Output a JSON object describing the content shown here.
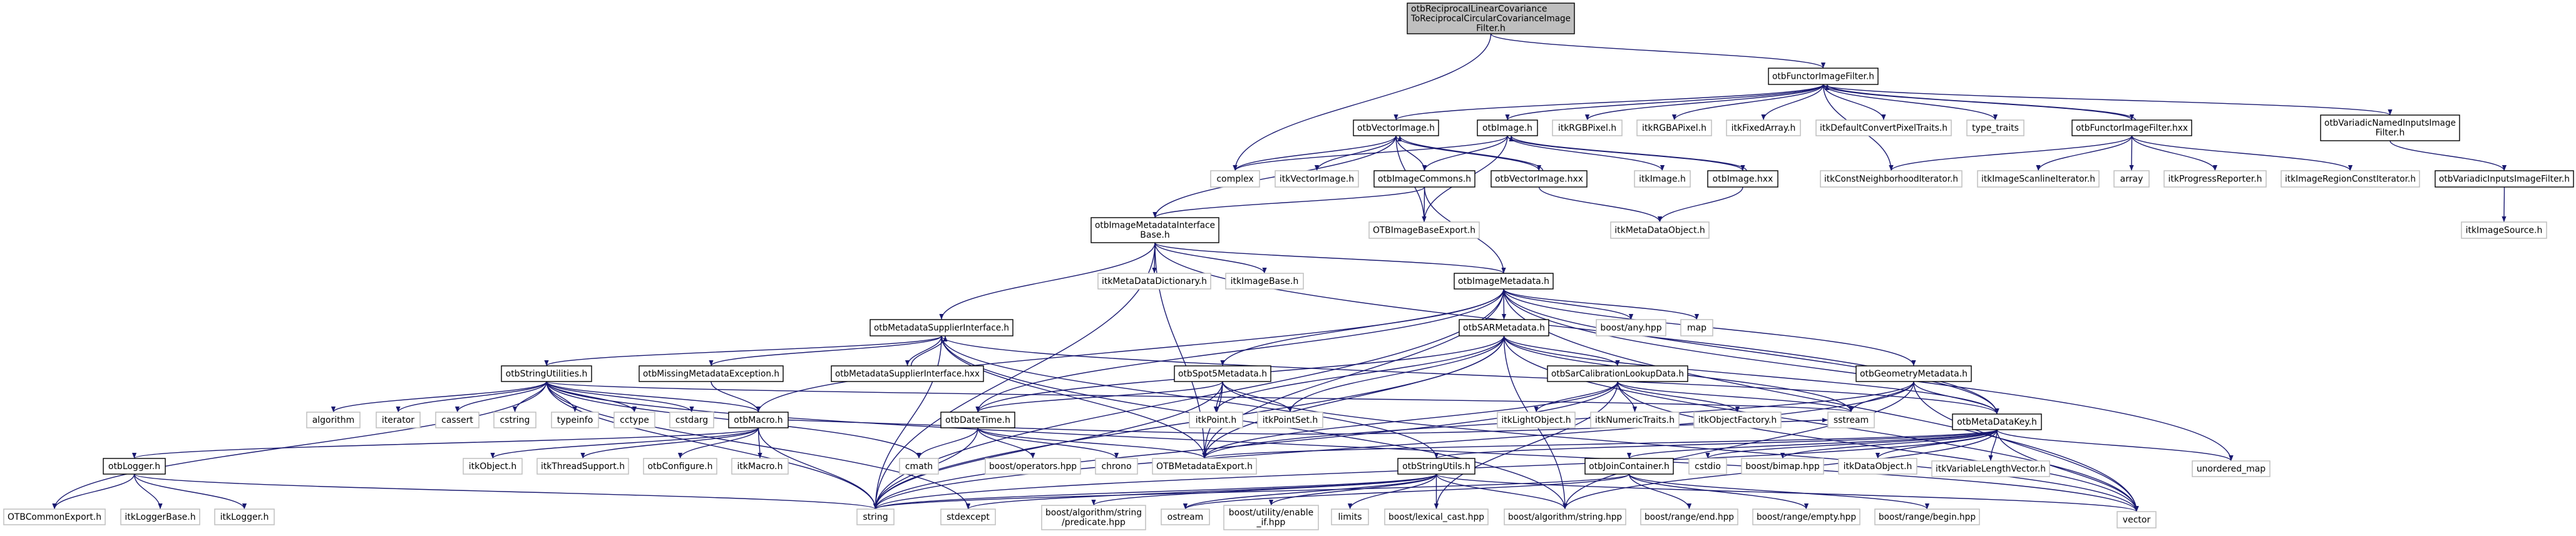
{
  "graph": {
    "type": "include-dependency-graph",
    "colors": {
      "edge": "#191970",
      "root_fill": "#bfbfbf",
      "documented_border": "#000000",
      "external_border": "#bfbfbf"
    },
    "nodes": {
      "main": {
        "lines": [
          "otbReciprocalLinearCovariance",
          "ToReciprocalCircularCovarianceImage",
          "Filter.h"
        ],
        "kind": "root"
      },
      "functor_h": {
        "lines": [
          "otbFunctorImageFilter.h"
        ],
        "kind": "documented"
      },
      "vectorimage_h": {
        "lines": [
          "otbVectorImage.h"
        ],
        "kind": "documented"
      },
      "image_h": {
        "lines": [
          "otbImage.h"
        ],
        "kind": "documented"
      },
      "itkrgbpixel": {
        "lines": [
          "itkRGBPixel.h"
        ],
        "kind": "external"
      },
      "itkrgbapixel": {
        "lines": [
          "itkRGBAPixel.h"
        ],
        "kind": "external"
      },
      "itkfixedarray": {
        "lines": [
          "itkFixedArray.h"
        ],
        "kind": "external"
      },
      "itkdefaultconvert": {
        "lines": [
          "itkDefaultConvertPixelTraits.h"
        ],
        "kind": "external"
      },
      "type_traits": {
        "lines": [
          "type_traits"
        ],
        "kind": "external"
      },
      "functor_hxx": {
        "lines": [
          "otbFunctorImageFilter.hxx"
        ],
        "kind": "documented"
      },
      "variadicnamed": {
        "lines": [
          "otbVariadicNamedInputsImage",
          "Filter.h"
        ],
        "kind": "documented"
      },
      "complex": {
        "lines": [
          "complex"
        ],
        "kind": "external"
      },
      "itkvectorimage": {
        "lines": [
          "itkVectorImage.h"
        ],
        "kind": "external"
      },
      "imagecommons": {
        "lines": [
          "otbImageCommons.h"
        ],
        "kind": "documented"
      },
      "vectorimage_hxx": {
        "lines": [
          "otbVectorImage.hxx"
        ],
        "kind": "documented"
      },
      "itkimage": {
        "lines": [
          "itkImage.h"
        ],
        "kind": "external"
      },
      "image_hxx": {
        "lines": [
          "otbImage.hxx"
        ],
        "kind": "documented"
      },
      "itkconstneigh": {
        "lines": [
          "itkConstNeighborhoodIterator.h"
        ],
        "kind": "external"
      },
      "itkscanline": {
        "lines": [
          "itkImageScanlineIterator.h"
        ],
        "kind": "external"
      },
      "array": {
        "lines": [
          "array"
        ],
        "kind": "external"
      },
      "itkprogress": {
        "lines": [
          "itkProgressReporter.h"
        ],
        "kind": "external"
      },
      "itkregionconst": {
        "lines": [
          "itkImageRegionConstIterator.h"
        ],
        "kind": "external"
      },
      "variadicinputs": {
        "lines": [
          "otbVariadicInputsImageFilter.h"
        ],
        "kind": "documented"
      },
      "imdib": {
        "lines": [
          "otbImageMetadataInterface",
          "Base.h"
        ],
        "kind": "documented"
      },
      "otbimagebaseexport": {
        "lines": [
          "OTBImageBaseExport.h"
        ],
        "kind": "external"
      },
      "itkmetadataobject": {
        "lines": [
          "itkMetaDataObject.h"
        ],
        "kind": "external"
      },
      "itkimagesource": {
        "lines": [
          "itkImageSource.h"
        ],
        "kind": "external"
      },
      "itkmetadatadict": {
        "lines": [
          "itkMetaDataDictionary.h"
        ],
        "kind": "external"
      },
      "itkimagebase": {
        "lines": [
          "itkImageBase.h"
        ],
        "kind": "external"
      },
      "imagemetadata": {
        "lines": [
          "otbImageMetadata.h"
        ],
        "kind": "documented"
      },
      "mdsupplier_h": {
        "lines": [
          "otbMetadataSupplierInterface.h"
        ],
        "kind": "documented"
      },
      "sarmetadata": {
        "lines": [
          "otbSARMetadata.h"
        ],
        "kind": "documented"
      },
      "boostany": {
        "lines": [
          "boost/any.hpp"
        ],
        "kind": "external"
      },
      "map": {
        "lines": [
          "map"
        ],
        "kind": "external"
      },
      "stringutilities": {
        "lines": [
          "otbStringUtilities.h"
        ],
        "kind": "documented"
      },
      "missingmd": {
        "lines": [
          "otbMissingMetadataException.h"
        ],
        "kind": "documented"
      },
      "mdsupplier_hxx": {
        "lines": [
          "otbMetadataSupplierInterface.hxx"
        ],
        "kind": "documented"
      },
      "spot5": {
        "lines": [
          "otbSpot5Metadata.h"
        ],
        "kind": "documented"
      },
      "sarcalib": {
        "lines": [
          "otbSarCalibrationLookupData.h"
        ],
        "kind": "documented"
      },
      "geometrymd": {
        "lines": [
          "otbGeometryMetadata.h"
        ],
        "kind": "documented"
      },
      "algorithm": {
        "lines": [
          "algorithm"
        ],
        "kind": "external"
      },
      "iterator": {
        "lines": [
          "iterator"
        ],
        "kind": "external"
      },
      "cassert": {
        "lines": [
          "cassert"
        ],
        "kind": "external"
      },
      "cstring": {
        "lines": [
          "cstring"
        ],
        "kind": "external"
      },
      "typeinfo": {
        "lines": [
          "typeinfo"
        ],
        "kind": "external"
      },
      "cctype": {
        "lines": [
          "cctype"
        ],
        "kind": "external"
      },
      "cstdarg": {
        "lines": [
          "cstdarg"
        ],
        "kind": "external"
      },
      "macro": {
        "lines": [
          "otbMacro.h"
        ],
        "kind": "documented"
      },
      "datetime": {
        "lines": [
          "otbDateTime.h"
        ],
        "kind": "documented"
      },
      "itkpoint": {
        "lines": [
          "itkPoint.h"
        ],
        "kind": "external"
      },
      "itkpointset": {
        "lines": [
          "itkPointSet.h"
        ],
        "kind": "external"
      },
      "itklightobject": {
        "lines": [
          "itkLightObject.h"
        ],
        "kind": "external"
      },
      "itknumerictraits": {
        "lines": [
          "itkNumericTraits.h"
        ],
        "kind": "external"
      },
      "itkobjectfactory": {
        "lines": [
          "itkObjectFactory.h"
        ],
        "kind": "external"
      },
      "sstream": {
        "lines": [
          "sstream"
        ],
        "kind": "external"
      },
      "metadatakey": {
        "lines": [
          "otbMetaDataKey.h"
        ],
        "kind": "documented"
      },
      "logger": {
        "lines": [
          "otbLogger.h"
        ],
        "kind": "documented"
      },
      "itkobject": {
        "lines": [
          "itkObject.h"
        ],
        "kind": "external"
      },
      "itkthreadsupport": {
        "lines": [
          "itkThreadSupport.h"
        ],
        "kind": "external"
      },
      "otbconfigure": {
        "lines": [
          "otbConfigure.h"
        ],
        "kind": "external"
      },
      "itkmacro": {
        "lines": [
          "itkMacro.h"
        ],
        "kind": "external"
      },
      "cmath": {
        "lines": [
          "cmath"
        ],
        "kind": "external"
      },
      "boostoperators": {
        "lines": [
          "boost/operators.hpp"
        ],
        "kind": "external"
      },
      "chrono": {
        "lines": [
          "chrono"
        ],
        "kind": "external"
      },
      "otbmetadataexport": {
        "lines": [
          "OTBMetadataExport.h"
        ],
        "kind": "external"
      },
      "stringutils": {
        "lines": [
          "otbStringUtils.h"
        ],
        "kind": "documented"
      },
      "joincontainer": {
        "lines": [
          "otbJoinContainer.h"
        ],
        "kind": "documented"
      },
      "cstdio": {
        "lines": [
          "cstdio"
        ],
        "kind": "external"
      },
      "boostbimap": {
        "lines": [
          "boost/bimap.hpp"
        ],
        "kind": "external"
      },
      "itkdataobject": {
        "lines": [
          "itkDataObject.h"
        ],
        "kind": "external"
      },
      "itkvarlenvector": {
        "lines": [
          "itkVariableLengthVector.h"
        ],
        "kind": "external"
      },
      "unordered_map": {
        "lines": [
          "unordered_map"
        ],
        "kind": "external"
      },
      "otbcommonexport": {
        "lines": [
          "OTBCommonExport.h"
        ],
        "kind": "external"
      },
      "itkloggerbase": {
        "lines": [
          "itkLoggerBase.h"
        ],
        "kind": "external"
      },
      "itklogger": {
        "lines": [
          "itkLogger.h"
        ],
        "kind": "external"
      },
      "string": {
        "lines": [
          "string"
        ],
        "kind": "external"
      },
      "stdexcept": {
        "lines": [
          "stdexcept"
        ],
        "kind": "external"
      },
      "boostpredicate": {
        "lines": [
          "boost/algorithm/string",
          "/predicate.hpp"
        ],
        "kind": "external"
      },
      "ostream": {
        "lines": [
          "ostream"
        ],
        "kind": "external"
      },
      "boostenableif": {
        "lines": [
          "boost/utility/enable",
          "_if.hpp"
        ],
        "kind": "external"
      },
      "limits": {
        "lines": [
          "limits"
        ],
        "kind": "external"
      },
      "boostlexicalcast": {
        "lines": [
          "boost/lexical_cast.hpp"
        ],
        "kind": "external"
      },
      "boostalgostring": {
        "lines": [
          "boost/algorithm/string.hpp"
        ],
        "kind": "external"
      },
      "boostrangeend": {
        "lines": [
          "boost/range/end.hpp"
        ],
        "kind": "external"
      },
      "boostrangeempty": {
        "lines": [
          "boost/range/empty.hpp"
        ],
        "kind": "external"
      },
      "boostrangebegin": {
        "lines": [
          "boost/range/begin.hpp"
        ],
        "kind": "external"
      },
      "vector": {
        "lines": [
          "vector"
        ],
        "kind": "external"
      }
    },
    "edges": [
      [
        "main",
        "complex"
      ],
      [
        "main",
        "functor_h"
      ],
      [
        "functor_h",
        "vectorimage_h"
      ],
      [
        "functor_h",
        "image_h"
      ],
      [
        "functor_h",
        "itkrgbpixel"
      ],
      [
        "functor_h",
        "itkrgbapixel"
      ],
      [
        "functor_h",
        "itkfixedarray"
      ],
      [
        "functor_h",
        "itkdefaultconvert"
      ],
      [
        "functor_h",
        "type_traits"
      ],
      [
        "functor_h",
        "functor_hxx"
      ],
      [
        "functor_h",
        "variadicnamed"
      ],
      [
        "functor_h",
        "itkconstneigh"
      ],
      [
        "functor_hxx",
        "functor_h"
      ],
      [
        "functor_hxx",
        "itkconstneigh"
      ],
      [
        "functor_hxx",
        "itkscanline"
      ],
      [
        "functor_hxx",
        "array"
      ],
      [
        "functor_hxx",
        "itkprogress"
      ],
      [
        "functor_hxx",
        "itkregionconst"
      ],
      [
        "variadicnamed",
        "variadicinputs"
      ],
      [
        "variadicinputs",
        "itkimagesource"
      ],
      [
        "vectorimage_h",
        "complex"
      ],
      [
        "vectorimage_h",
        "itkvectorimage"
      ],
      [
        "vectorimage_h",
        "imagecommons"
      ],
      [
        "vectorimage_h",
        "vectorimage_hxx"
      ],
      [
        "vectorimage_h",
        "otbimagebaseexport"
      ],
      [
        "vectorimage_h",
        "imdib"
      ],
      [
        "vectorimage_hxx",
        "vectorimage_h"
      ],
      [
        "vectorimage_hxx",
        "itkmetadataobject"
      ],
      [
        "image_h",
        "complex"
      ],
      [
        "image_h",
        "imagecommons"
      ],
      [
        "image_h",
        "itkimage"
      ],
      [
        "image_h",
        "image_hxx"
      ],
      [
        "image_h",
        "otbimagebaseexport"
      ],
      [
        "image_hxx",
        "image_h"
      ],
      [
        "image_hxx",
        "itkmetadataobject"
      ],
      [
        "imagecommons",
        "imdib"
      ],
      [
        "imagecommons",
        "otbimagebaseexport"
      ],
      [
        "imagecommons",
        "imagemetadata"
      ],
      [
        "imdib",
        "itkmetadatadict"
      ],
      [
        "imdib",
        "itkimagebase"
      ],
      [
        "imdib",
        "imagemetadata"
      ],
      [
        "imdib",
        "mdsupplier_h"
      ],
      [
        "imdib",
        "otbmetadataexport"
      ],
      [
        "imdib",
        "string"
      ],
      [
        "imdib",
        "metadatakey"
      ],
      [
        "imagemetadata",
        "sarmetadata"
      ],
      [
        "imagemetadata",
        "boostany"
      ],
      [
        "imagemetadata",
        "map"
      ],
      [
        "imagemetadata",
        "geometrymd"
      ],
      [
        "imagemetadata",
        "metadatakey"
      ],
      [
        "imagemetadata",
        "otbmetadataexport"
      ],
      [
        "imagemetadata",
        "string"
      ],
      [
        "imagemetadata",
        "vector"
      ],
      [
        "imagemetadata",
        "unordered_map"
      ],
      [
        "imagemetadata",
        "spot5"
      ],
      [
        "imagemetadata",
        "macro"
      ],
      [
        "imagemetadata",
        "datetime"
      ],
      [
        "mdsupplier_h",
        "mdsupplier_hxx"
      ],
      [
        "mdsupplier_hxx",
        "mdsupplier_h"
      ],
      [
        "mdsupplier_h",
        "missingmd"
      ],
      [
        "mdsupplier_h",
        "stringutilities"
      ],
      [
        "mdsupplier_h",
        "otbmetadataexport"
      ],
      [
        "mdsupplier_h",
        "metadatakey"
      ],
      [
        "mdsupplier_h",
        "string"
      ],
      [
        "mdsupplier_h",
        "stringutils"
      ],
      [
        "mdsupplier_h",
        "boostalgostring"
      ],
      [
        "missingmd",
        "macro"
      ],
      [
        "stringutilities",
        "algorithm"
      ],
      [
        "stringutilities",
        "iterator"
      ],
      [
        "stringutilities",
        "cassert"
      ],
      [
        "stringutilities",
        "cstring"
      ],
      [
        "stringutilities",
        "typeinfo"
      ],
      [
        "stringutilities",
        "cctype"
      ],
      [
        "stringutilities",
        "cstdarg"
      ],
      [
        "stringutilities",
        "macro"
      ],
      [
        "stringutilities",
        "string"
      ],
      [
        "stringutilities",
        "stdexcept"
      ],
      [
        "stringutilities",
        "cmath"
      ],
      [
        "stringutilities",
        "otbcommonexport"
      ],
      [
        "stringutilities",
        "vector"
      ],
      [
        "stringutilities",
        "sstream"
      ],
      [
        "macro",
        "logger"
      ],
      [
        "macro",
        "itkobject"
      ],
      [
        "macro",
        "itkthreadsupport"
      ],
      [
        "macro",
        "otbconfigure"
      ],
      [
        "macro",
        "itkmacro"
      ],
      [
        "macro",
        "sstream"
      ],
      [
        "macro",
        "string"
      ],
      [
        "logger",
        "otbcommonexport"
      ],
      [
        "logger",
        "itkloggerbase"
      ],
      [
        "logger",
        "itklogger"
      ],
      [
        "logger",
        "string"
      ],
      [
        "sarmetadata",
        "sarcalib"
      ],
      [
        "sarmetadata",
        "datetime"
      ],
      [
        "sarmetadata",
        "metadatakey"
      ],
      [
        "sarmetadata",
        "itkpoint"
      ],
      [
        "sarmetadata",
        "itkpointset"
      ],
      [
        "sarmetadata",
        "string"
      ],
      [
        "sarmetadata",
        "vector"
      ],
      [
        "sarmetadata",
        "sstream"
      ],
      [
        "sarmetadata",
        "otbmetadataexport"
      ],
      [
        "sarmetadata",
        "boostalgostring"
      ],
      [
        "sarcalib",
        "itklightobject"
      ],
      [
        "sarcalib",
        "itknumerictraits"
      ],
      [
        "sarcalib",
        "itkobjectfactory"
      ],
      [
        "sarcalib",
        "sstream"
      ],
      [
        "sarcalib",
        "otbmetadataexport"
      ],
      [
        "sarcalib",
        "string"
      ],
      [
        "sarcalib",
        "vector"
      ],
      [
        "sarcalib",
        "boostlexicalcast"
      ],
      [
        "spot5",
        "itkpoint"
      ],
      [
        "spot5",
        "itkpointset"
      ],
      [
        "spot5",
        "datetime"
      ],
      [
        "spot5",
        "otbmetadataexport"
      ],
      [
        "spot5",
        "string"
      ],
      [
        "spot5",
        "vector"
      ],
      [
        "geometrymd",
        "sstream"
      ],
      [
        "geometrymd",
        "metadatakey"
      ],
      [
        "geometrymd",
        "string"
      ],
      [
        "geometrymd",
        "vector"
      ],
      [
        "geometrymd",
        "otbmetadataexport"
      ],
      [
        "geometrymd",
        "boostalgostring"
      ],
      [
        "datetime",
        "cmath"
      ],
      [
        "datetime",
        "boostoperators"
      ],
      [
        "datetime",
        "chrono"
      ],
      [
        "datetime",
        "otbmetadataexport"
      ],
      [
        "datetime",
        "string"
      ],
      [
        "metadatakey",
        "stringutils"
      ],
      [
        "metadatakey",
        "joincontainer"
      ],
      [
        "metadatakey",
        "cstdio"
      ],
      [
        "metadatakey",
        "boostbimap"
      ],
      [
        "metadatakey",
        "itkdataobject"
      ],
      [
        "metadatakey",
        "itkvarlenvector"
      ],
      [
        "metadatakey",
        "unordered_map"
      ],
      [
        "metadatakey",
        "vector"
      ],
      [
        "metadatakey",
        "string"
      ],
      [
        "metadatakey",
        "otbmetadataexport"
      ],
      [
        "metadatakey",
        "boostalgostring"
      ],
      [
        "stringutils",
        "string"
      ],
      [
        "stringutils",
        "stdexcept"
      ],
      [
        "stringutils",
        "boostpredicate"
      ],
      [
        "stringutils",
        "ostream"
      ],
      [
        "stringutils",
        "boostenableif"
      ],
      [
        "stringutils",
        "limits"
      ],
      [
        "stringutils",
        "boostlexicalcast"
      ],
      [
        "stringutils",
        "boostalgostring"
      ],
      [
        "stringutils",
        "vector"
      ],
      [
        "joincontainer",
        "boostrangeend"
      ],
      [
        "joincontainer",
        "boostrangeempty"
      ],
      [
        "joincontainer",
        "boostrangebegin"
      ],
      [
        "joincontainer",
        "string"
      ],
      [
        "joincontainer",
        "ostream"
      ]
    ]
  }
}
